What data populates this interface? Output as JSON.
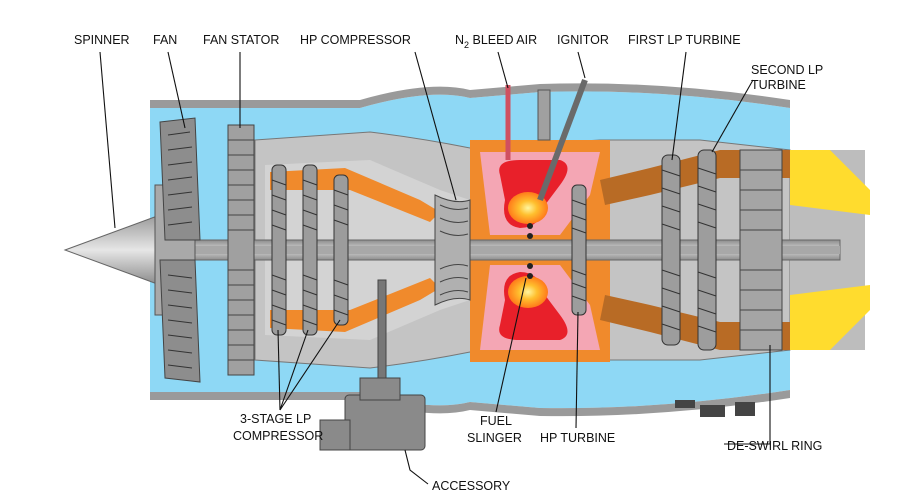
{
  "labels": {
    "spinner": "SPINNER",
    "fan": "FAN",
    "fan_stator": "FAN STATOR",
    "hp_compressor": "HP COMPRESSOR",
    "bleed_air_n": "N",
    "bleed_air_sub": "2",
    "bleed_air_rest": " BLEED AIR",
    "ignitor": "IGNITOR",
    "first_lp_turbine": "FIRST LP TURBINE",
    "second_lp_turbine_line1": "SECOND LP",
    "second_lp_turbine_line2": "TURBINE",
    "lp_compressor_line1": "3-STAGE LP",
    "lp_compressor_line2": "COMPRESSOR",
    "fuel_slinger_line1": "FUEL",
    "fuel_slinger_line2": "SLINGER",
    "hp_turbine": "HP TURBINE",
    "de_swirl_ring": "DE-SWIRL RING",
    "accessory": "ACCESSORY"
  },
  "colors": {
    "bypass_air": "#8ed8f5",
    "metal": "#b9b9b9",
    "metal_dark": "#7a7a7a",
    "compressor_duct": "#f08a2c",
    "combustor_liner": "#f4a6b4",
    "flame": "#e8202a",
    "flame_core": "#ffd23a",
    "turbine_duct": "#b86b25",
    "exhaust_cone": "#ffdc2e"
  }
}
